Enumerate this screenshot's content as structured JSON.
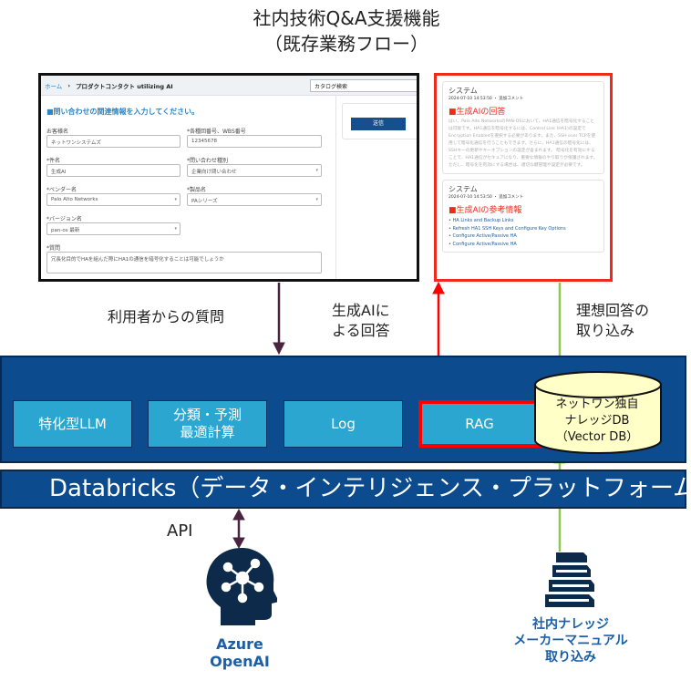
{
  "title": {
    "line1": "社内技術Q&A支援機能",
    "line2": "（既存業務フロー）"
  },
  "form_screen": {
    "breadcrumb_home": "ホーム",
    "breadcrumb_sep": "›",
    "breadcrumb_current": "プロダクトコンタクト utilizing AI",
    "search_placeholder": "カタログ検索",
    "heading": "■問い合わせの関連情報を入力してください。",
    "send_button": "送信",
    "fields": {
      "customer_label": "お客様名",
      "customer_value": "ネットワンシステムズ",
      "order_label": "*各種回番号、WBS番号",
      "order_value": "12345678",
      "subject_label": "*件名",
      "subject_value": "生成AI",
      "type_label": "*問い合わせ種別",
      "type_value": "企業向け問い合わせ",
      "vendor_label": "*ベンダー名",
      "vendor_value": "Palo Alto Networks",
      "product_label": "*製品名",
      "product_value": "PAシリーズ",
      "version_label": "*バージョン名",
      "version_value": "pan-os 最新",
      "question_label": "*質問",
      "question_value": "冗長化目的でHAを組んだ際にHA1の通信を暗号化することは可能でしょうか"
    }
  },
  "answer_screen": {
    "cards": [
      {
        "author": "システム",
        "meta": "2024-07-10 14:53:50 ・ 追加コメント",
        "heading": "■生成AIの回答",
        "body": "はい、Palo Alto NetworksのPAN-OSにおいて、HA1通信を暗号化することは可能です。HA1通信を暗号化するには、Control Link (HA1)の設定でEncryption Enabledを選択する必要があります。また、SSH over TCPを使用して暗号化通信を行うこともできます。さらに、HA1通信の暗号化には、SSHキーの更新やキーオプションの設定が含まれます。 暗号化を有効にすることで、HA1通信がセキュアになり、重要な情報のやり取りが保護されます。ただし、暗号化を有効にする場合は、適切な鍵管理や設定が必要です。"
      },
      {
        "author": "システム",
        "meta": "2024-07-10 14:53:50 ・ 追加コメント",
        "heading": "■生成AIの参考情報",
        "links": [
          "HA Links and Backup Links",
          "Refresh HA1 SSH Keys and Configure Key Options",
          "Configure Active/Passive HA",
          "Configure Active/Passive HA"
        ]
      }
    ]
  },
  "labels": {
    "user_question": "利用者からの質問",
    "ai_answer_1": "生成AIに",
    "ai_answer_2": "よる回答",
    "ideal_1": "理想回答の",
    "ideal_2": "取り込み",
    "api": "API"
  },
  "platform": {
    "boxes": [
      "特化型LLM",
      "分類・予測\n最適計算",
      "Log",
      "RAG"
    ],
    "box2_line1": "分類・予測",
    "box2_line2": "最適計算",
    "db_line1": "ネットワン独自",
    "db_line2": "ナレッジDB",
    "db_line3": "（Vector DB）"
  },
  "databricks": "Databricks（データ・インテリジェンス・プラットフォーム）",
  "azure": {
    "line1": "Azure",
    "line2": "OpenAI"
  },
  "knowledge": {
    "line1": "社内ナレッジ",
    "line2": "メーカーマニュアル",
    "line3": "取り込み"
  },
  "colors": {
    "platform": "#0b4b8e",
    "box": "#2aa6d0",
    "red": "#ff0000",
    "green": "#8cc84b",
    "purple": "#4a2340",
    "db": "#ffffc8"
  }
}
